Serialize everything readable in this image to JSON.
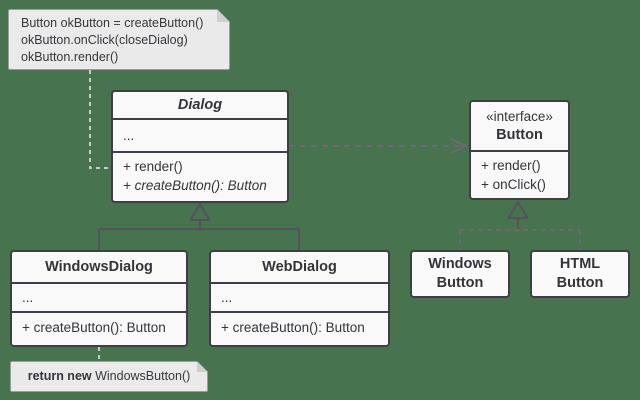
{
  "diagram": {
    "type": "uml-class-diagram",
    "pattern": "Factory Method",
    "background_color": "#48734f",
    "box_fill": "#f9f9f9",
    "box_border": "#403d46",
    "solid_line_color": "#56515b",
    "dashed_line_color": "#6e6873",
    "note_line_color": "#c9c9c9",
    "note_fill": "#eaeaea"
  },
  "notes": {
    "client_code": {
      "lines": [
        "Button okButton = createButton()",
        "okButton.onClick(closeDialog)",
        "okButton.render()"
      ]
    },
    "factory_return": {
      "keyword": "return new",
      "code": " WindowsButton()"
    }
  },
  "classes": {
    "dialog": {
      "name": "Dialog",
      "attributes": "...",
      "methods": [
        "+ render()",
        "+ createButton(): Button"
      ]
    },
    "button_interface": {
      "stereotype": "«interface»",
      "name": "Button",
      "methods": [
        "+ render()",
        "+ onClick()"
      ]
    },
    "windows_dialog": {
      "name": "WindowsDialog",
      "attributes": "...",
      "methods": [
        "+ createButton(): Button"
      ]
    },
    "web_dialog": {
      "name": "WebDialog",
      "attributes": "...",
      "methods": [
        "+ createButton(): Button"
      ]
    },
    "windows_button": {
      "name_line1": "Windows",
      "name_line2": "Button"
    },
    "html_button": {
      "name_line1": "HTML",
      "name_line2": "Button"
    }
  }
}
